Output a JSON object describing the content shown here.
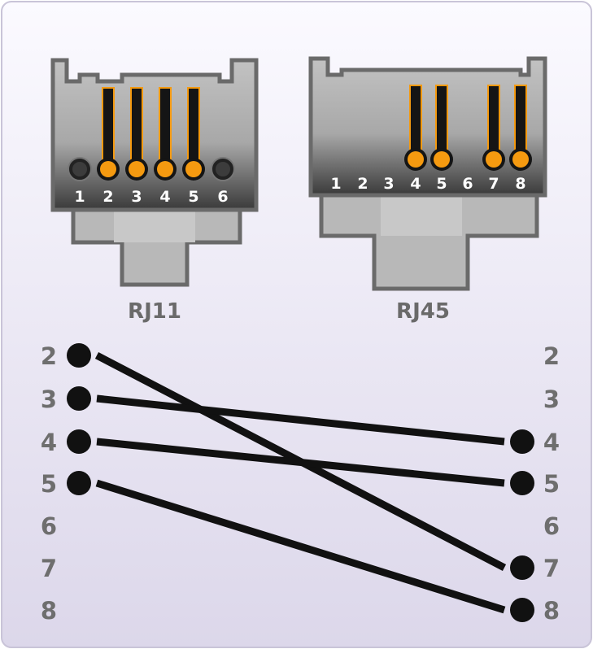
{
  "rj11": {
    "label": "RJ11",
    "pins": [
      "1",
      "2",
      "3",
      "4",
      "5",
      "6"
    ],
    "wired": [
      2,
      3,
      4,
      5
    ]
  },
  "rj45": {
    "label": "RJ45",
    "pins": [
      "1",
      "2",
      "3",
      "4",
      "5",
      "6",
      "7",
      "8"
    ],
    "wired": [
      4,
      5,
      7,
      8
    ]
  },
  "left_pins": [
    "2",
    "3",
    "4",
    "5",
    "6",
    "7",
    "8"
  ],
  "right_pins": [
    "2",
    "3",
    "4",
    "5",
    "6",
    "7",
    "8"
  ],
  "wires": [
    {
      "from": "2",
      "to": "7"
    },
    {
      "from": "3",
      "to": "4"
    },
    {
      "from": "4",
      "to": "5"
    },
    {
      "from": "5",
      "to": "8"
    }
  ],
  "colors": {
    "wire": "#111111",
    "copper": "#f59a10",
    "body": "#a9a9a9",
    "outline": "#707070",
    "background": "#e4e0ef"
  }
}
